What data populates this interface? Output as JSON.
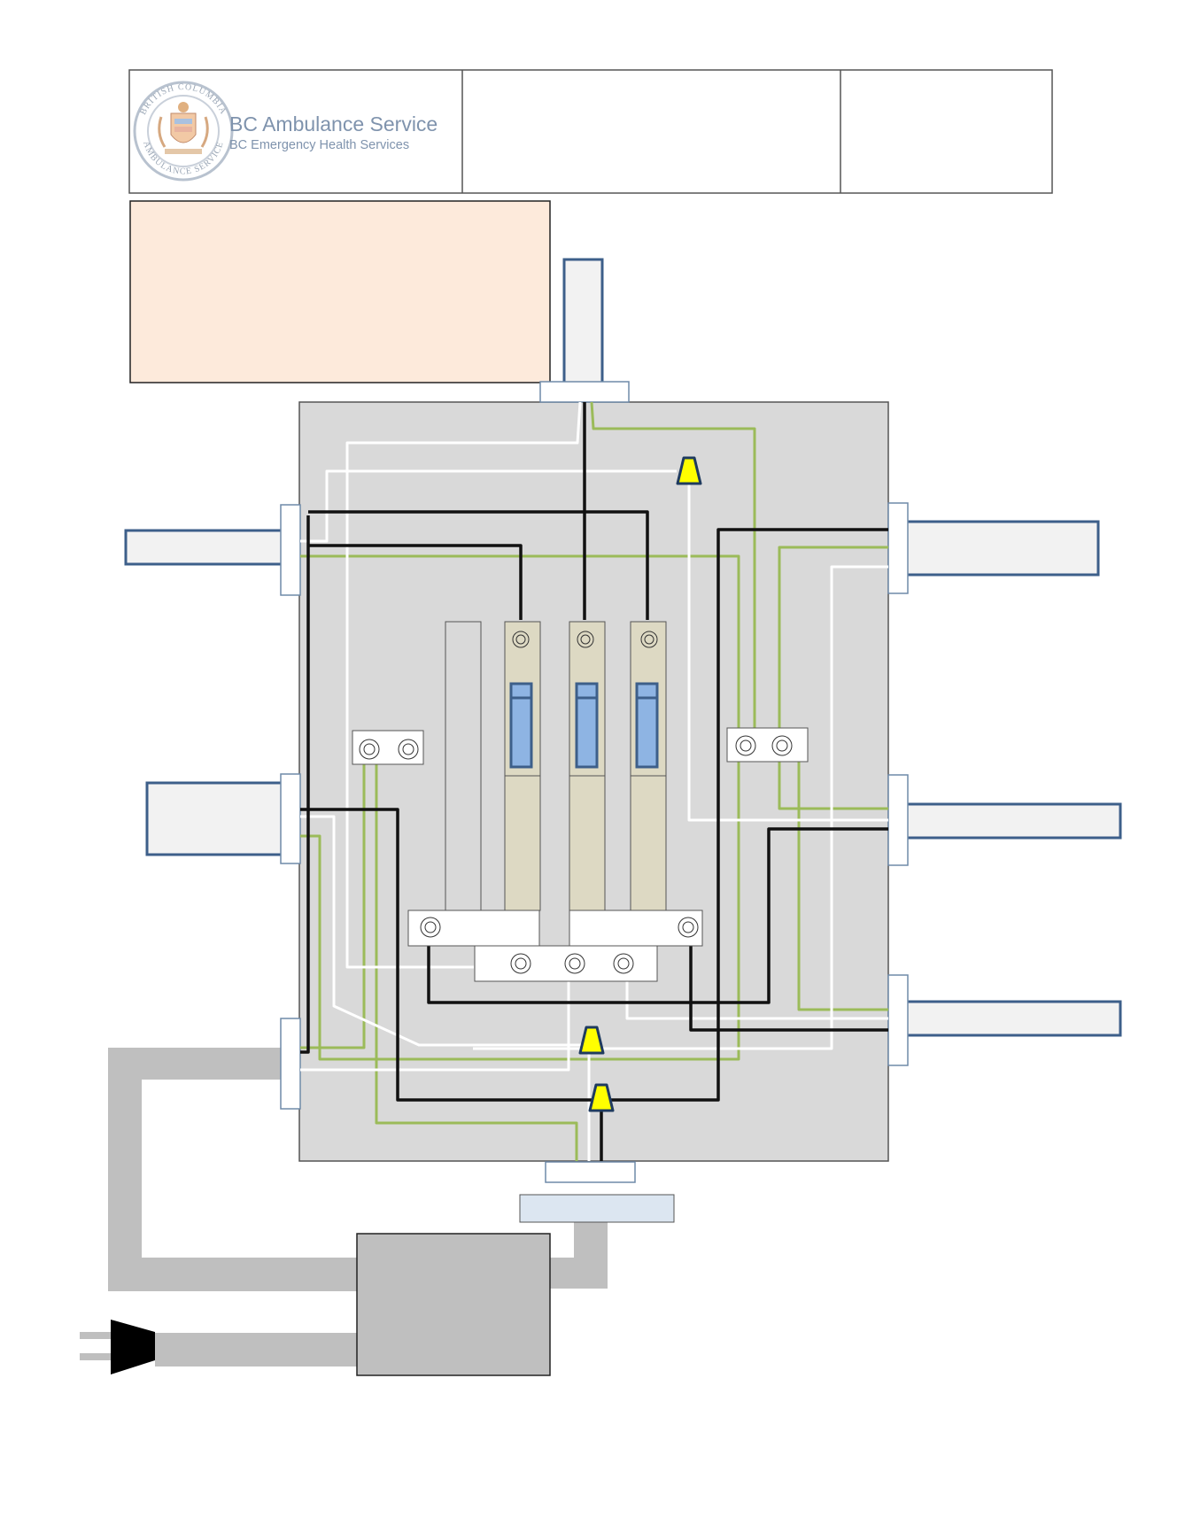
{
  "header": {
    "org_name": "BC Ambulance Service",
    "org_subtitle": "BC Emergency Health Services",
    "seal_top_text": "BRITISH COLUMBIA",
    "seal_bottom_text": "AMBULANCE SERVICE"
  },
  "colors": {
    "page": "#ffffff",
    "panel": "#d9d9d9",
    "note_box": "#fdeadb",
    "conduit_fill": "#f2f2f2",
    "conduit_border": "#3d5f8a",
    "breaker": "#ddd9c3",
    "breaker_handle": "#8eb4e3",
    "wire_hot": "#111111",
    "wire_neutral": "#ffffff",
    "wire_ground": "#9bbb59",
    "wire_nut": "#ffff00",
    "cord": "#bfbfbf",
    "logo_text": "#7f93ad"
  },
  "icons": {
    "wire_nuts": "yellow-wire-nut-icon",
    "plug": "power-plug-icon"
  }
}
